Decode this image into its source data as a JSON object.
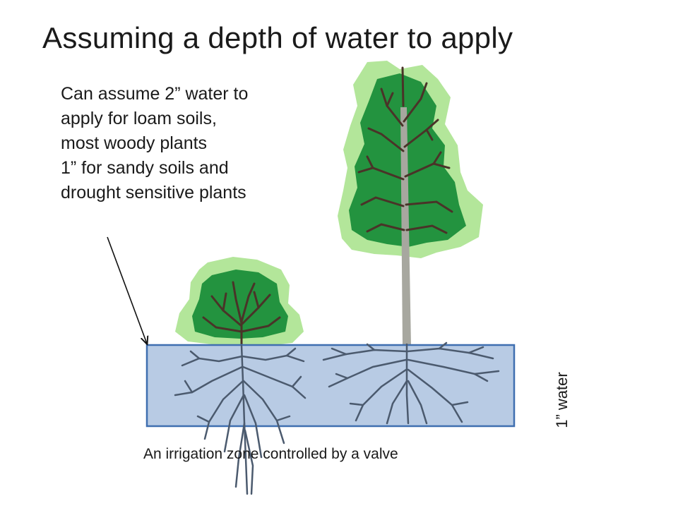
{
  "title": "Assuming a depth of water to apply",
  "note": {
    "lines": [
      "Can assume 2” water to",
      "apply for loam soils,",
      "most woody plants",
      "1” for sandy soils and",
      "drought sensitive plants"
    ]
  },
  "caption": "An irrigation  zone controlled by a valve",
  "depth_label": "1” water",
  "colors": {
    "light_foliage": "#b3e69a",
    "dark_foliage": "#23933f",
    "trunk": "#a7a79f",
    "branches": "#4a3328",
    "roots": "#4b5a6e",
    "zone_fill": "#b8cbe4",
    "zone_stroke": "#3f6fb0"
  }
}
